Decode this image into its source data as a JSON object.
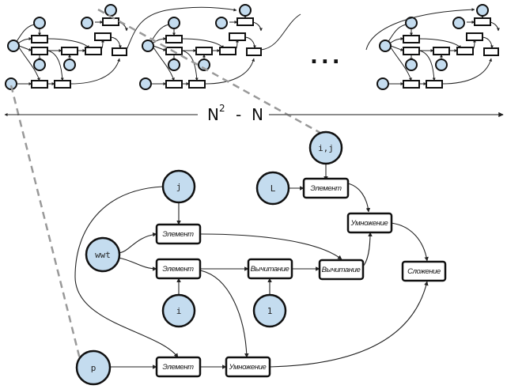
{
  "formula": {
    "base": "N",
    "exponent": "2",
    "minus": "-",
    "term": "N"
  },
  "ellipsis": "...",
  "inputs": {
    "ij": "i,j",
    "L": "L",
    "j": "j",
    "wwt": "wwt",
    "i": "i",
    "one": "1",
    "p": "p"
  },
  "operations": {
    "element_top": "Элемент",
    "element_wwt1": "Элемент",
    "element_wwt2": "Элемент",
    "element_p": "Элемент",
    "subtract1": "Вычитание",
    "subtract2": "Вычитание",
    "multiply_top": "Умножение",
    "multiply_bottom": "Умножение",
    "add": "Сложение"
  },
  "colors": {
    "input_fill": "#c4dcef",
    "stroke": "#111111",
    "dash": "#999999"
  },
  "mini_graph_count_visible": 3
}
